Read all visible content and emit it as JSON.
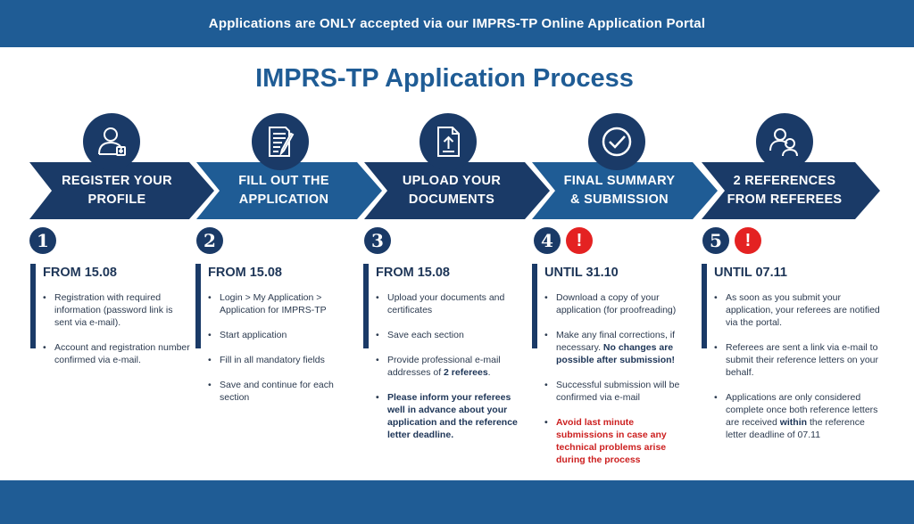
{
  "banner": "Applications are ONLY accepted via our IMPRS-TP Online Application Portal",
  "title": "IMPRS-TP Application Process",
  "colors": {
    "banner": "#1f5c95",
    "dark": "#1a3a67",
    "alert": "#e42222"
  },
  "steps": [
    {
      "icon": "user-profile-icon",
      "label_line1": "REGISTER YOUR",
      "label_line2": "PROFILE",
      "number": "1",
      "date": "FROM 15.08",
      "bullets": [
        "Registration with required information (password link is sent via e-mail).",
        "Account and registration number confirmed via e-mail."
      ]
    },
    {
      "icon": "document-edit-icon",
      "label_line1": "FILL OUT THE",
      "label_line2": "APPLICATION",
      "number": "2",
      "date": "FROM 15.08",
      "bullets": [
        "Login > My Application > Application for IMPRS-TP",
        "Start application",
        "Fill in all mandatory fields",
        "Save and continue for each section"
      ]
    },
    {
      "icon": "upload-document-icon",
      "label_line1": "UPLOAD YOUR",
      "label_line2": "DOCUMENTS",
      "number": "3",
      "date": "FROM 15.08",
      "bullets": [
        "Upload your documents and certificates",
        "Save each section"
      ],
      "bullet3_pre": "Provide professional e-mail addresses of ",
      "bullet3_bold": "2 referees",
      "bullet3_post": ".",
      "bullet4": "Please inform your referees well in advance about your application and the reference letter deadline."
    },
    {
      "icon": "checkmark-icon",
      "label_line1": "FINAL SUMMARY",
      "label_line2": "& SUBMISSION",
      "number": "4",
      "alert": "!",
      "date": "UNTIL 31.10",
      "bullet1": "Download a copy of your application (for proofreading)",
      "bullet2_pre": "Make any final corrections, if necessary. ",
      "bullet2_bold": "No changes are possible after submission!",
      "bullet3": "Successful submission will be confirmed via e-mail",
      "bullet4": "Avoid last minute submissions in case any technical problems arise during the process"
    },
    {
      "icon": "referees-icon",
      "label_line1": "2 REFERENCES",
      "label_line2": "FROM REFEREES",
      "number": "5",
      "alert": "!",
      "date": "UNTIL 07.11",
      "bullet1": "As soon as you submit your application, your referees are notified via the portal.",
      "bullet2": "Referees are sent a link via e-mail to submit their reference letters on your behalf.",
      "bullet3_pre": "Applications are only considered complete once both reference letters are received ",
      "bullet3_bold": "within",
      "bullet3_post": "  the reference letter deadline of 07.11"
    }
  ]
}
